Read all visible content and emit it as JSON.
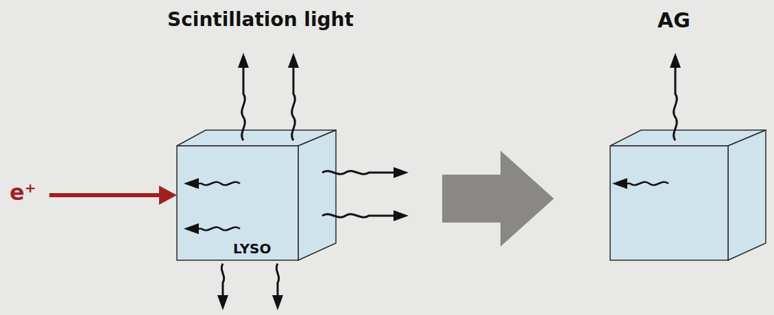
{
  "diagram": {
    "nodes": [
      {
        "text": [
          "LYSO"
        ]
      }
    ],
    "labels": [
      "Scintillation light",
      "e⁺",
      "AG"
    ]
  }
}
